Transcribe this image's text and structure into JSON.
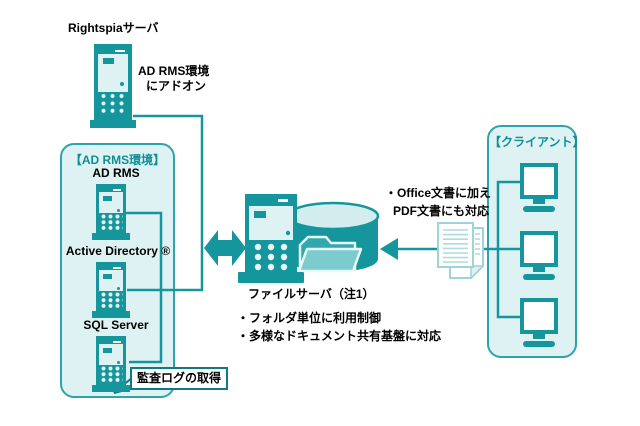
{
  "diagram": {
    "rightspia": {
      "label": "Rightspiaサーバ",
      "note_line1": "AD RMS環境",
      "note_line2": "にアドオン"
    },
    "adrms_env": {
      "title": "【AD RMS環境】",
      "server1_label": "AD RMS",
      "server2_label": "Active Directory ®",
      "server3_label": "SQL Server",
      "callout": "監査ログの取得"
    },
    "file_server": {
      "label": "ファイルサーバ（注1）",
      "note1": "・フォルダ単位に利用制御",
      "note2": "・多様なドキュメント共有基盤に対応"
    },
    "documents": {
      "note_line1": "・Office文書に加え",
      "note_line2": "PDF文書にも対応"
    },
    "client": {
      "title": "【クライアント】"
    }
  },
  "colors": {
    "teal": "#14969C",
    "box_border": "#2EA4AA",
    "box_fill": "#DFF2F3",
    "title_text": "#0D8F96",
    "callout_border": "#117A80",
    "pale_outline": "#9ED4D7",
    "cylinder_top": "#D3ECEE"
  },
  "icons": {
    "rightspia_server": "server-tower-icon",
    "adrms_server": "server-tower-icon",
    "active_directory_server": "server-tower-icon",
    "sql_server": "server-tower-icon",
    "file_server": "server-tower-icon",
    "database": "database-cylinder-icon",
    "folder": "folder-icon",
    "documents": "stacked-documents-icon",
    "clients": "monitor-icon",
    "sync": "double-headed-arrow-icon",
    "flow": "left-arrow-icon"
  }
}
